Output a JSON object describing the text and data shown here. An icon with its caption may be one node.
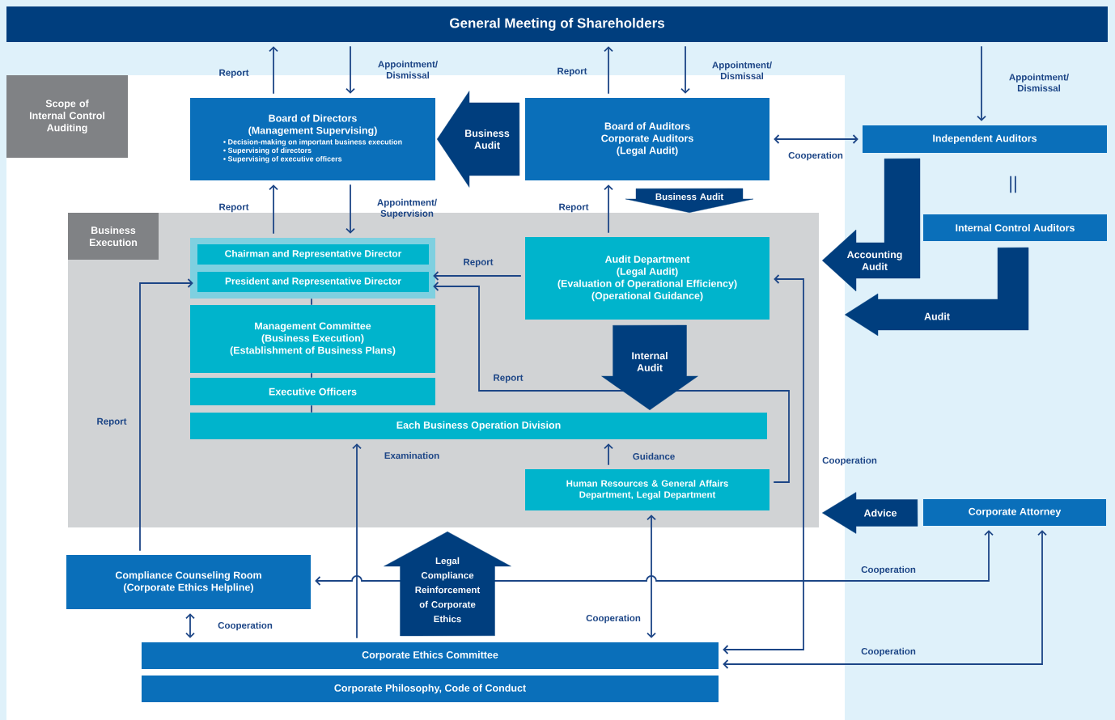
{
  "diagram": {
    "nodes": [
      {
        "text": [
          "General Meeting of Shareholders"
        ]
      },
      {
        "text": [
          "Scope of Internal Control Auditing"
        ]
      },
      {
        "text": [
          "Board of Directors",
          "(Management Supervising)",
          "• Decision-making on important business execution",
          "• Supervising of directors",
          "• Supervising of executive officers"
        ],
        "in": 1
      },
      {
        "text": [
          "Board of Auditors",
          "Corporate Auditors",
          "(Legal Audit)"
        ],
        "in": 1
      },
      {
        "text": [
          "Independent Auditors"
        ]
      },
      {
        "text": [
          "Internal Control Auditors"
        ]
      },
      {
        "text": [
          "Business Execution"
        ],
        "in": 1
      },
      {
        "text": [],
        "shape": "box",
        "in": 6
      },
      {
        "text": [
          "Chairman and Representative Director"
        ],
        "in": 7
      },
      {
        "text": [
          "President and Representative Director"
        ],
        "in": 7
      },
      {
        "text": [
          "Audit Department",
          "(Legal Audit)",
          "(Evaluation of Operational Efficiency)",
          "(Operational Guidance)"
        ],
        "in": 6
      },
      {
        "text": [
          "Management Committee",
          "(Business Execution)",
          "(Establishment of Business Plans)"
        ],
        "in": 6
      },
      {
        "text": [
          "Executive Officers"
        ],
        "in": 6
      },
      {
        "text": [
          "Each Business Operation Division"
        ],
        "in": 6
      },
      {
        "text": [
          "Human Resources & General Affairs Department, Legal Department"
        ],
        "in": 6
      },
      {
        "text": [
          "Corporate Attorney"
        ]
      },
      {
        "text": [
          "Compliance Counseling Room",
          "(Corporate Ethics Helpline)"
        ],
        "in": 1
      },
      {
        "text": [
          "Corporate Ethics Committee"
        ],
        "in": 1
      },
      {
        "text": [
          "Corporate Philosophy, Code of Conduct"
        ],
        "in": 1
      }
    ],
    "edges": [
      {
        "from": 2,
        "to": 0,
        "arrow": "to",
        "label": "Report"
      },
      {
        "from": 0,
        "to": 2,
        "arrow": "to",
        "label": "Appointment/ Dismissal"
      },
      {
        "from": 3,
        "to": 0,
        "arrow": "to",
        "label": "Report"
      },
      {
        "from": 0,
        "to": 3,
        "arrow": "to",
        "label": "Appointment/ Dismissal"
      },
      {
        "from": 0,
        "to": 4,
        "arrow": "to",
        "label": "Appointment/ Dismissal"
      },
      {
        "from": 3,
        "to": 4,
        "arrow": "both",
        "label": "Cooperation"
      },
      {
        "from": 7,
        "to": 2,
        "arrow": "to",
        "label": "Report"
      },
      {
        "from": 2,
        "to": 7,
        "arrow": "to",
        "label": "Appointment/ Supervision"
      },
      {
        "from": 10,
        "to": 3,
        "arrow": "to",
        "label": "Report"
      },
      {
        "from": 10,
        "to": 9,
        "arrow": "to",
        "label": "Report"
      },
      {
        "from": 14,
        "to": 9,
        "arrow": "to",
        "label": "Report"
      },
      {
        "from": 16,
        "to": 9,
        "arrow": "to",
        "label": "Report"
      },
      {
        "from": 14,
        "to": 13,
        "arrow": "to",
        "label": "Guidance"
      },
      {
        "from": 17,
        "to": 13,
        "arrow": "to",
        "label": "Examination"
      },
      {
        "from": 14,
        "to": 17,
        "arrow": "both",
        "label": "Cooperation"
      },
      {
        "from": 15,
        "to": 16,
        "arrow": "both",
        "label": "Cooperation"
      },
      {
        "from": 15,
        "to": 17,
        "arrow": "both",
        "label": "Cooperation"
      },
      {
        "from": 10,
        "to": 17,
        "arrow": "both",
        "label": "Cooperation"
      },
      {
        "from": 16,
        "to": 17,
        "arrow": "both",
        "label": "Cooperation"
      },
      {
        "from": 7,
        "to": 11,
        "arrow": "none"
      },
      {
        "from": 11,
        "to": 12,
        "arrow": "none"
      },
      {
        "from": 12,
        "to": 13,
        "arrow": "none"
      },
      {
        "from": 3,
        "to": 2,
        "arrow": "to",
        "style": "thick",
        "label": "Business Audit"
      },
      {
        "from": 3,
        "to": 6,
        "arrow": "to",
        "style": "thick",
        "label": "Business Audit"
      },
      {
        "from": 4,
        "to": 6,
        "arrow": "to",
        "style": "thick",
        "label": "Accounting Audit"
      },
      {
        "from": 5,
        "to": 1,
        "arrow": "to",
        "style": "thick",
        "label": "Audit"
      },
      {
        "from": 10,
        "to": 13,
        "arrow": "to",
        "style": "thick",
        "label": "Internal Audit"
      },
      {
        "from": 15,
        "to": 6,
        "arrow": "to",
        "style": "thick",
        "label": "Advice"
      },
      {
        "from": 17,
        "to": 6,
        "arrow": "to",
        "style": "thick",
        "label": "Legal Compliance Reinforcement of Corporate Ethics"
      }
    ],
    "labels": [
      "||"
    ]
  }
}
